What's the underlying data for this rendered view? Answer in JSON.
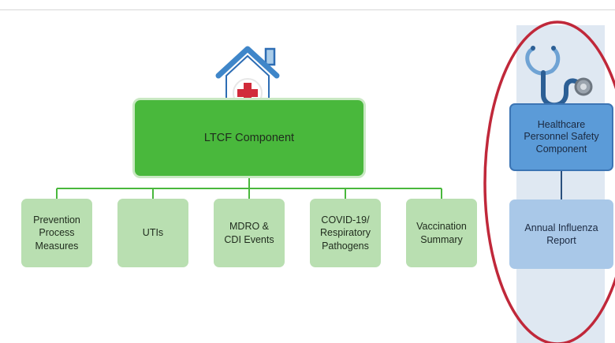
{
  "main_component": {
    "label": "LTCF Component",
    "icon": "house-medical-icon"
  },
  "sub_components": [
    {
      "label": "Prevention\nProcess\nMeasures"
    },
    {
      "label": "UTIs"
    },
    {
      "label": "MDRO &\nCDI Events"
    },
    {
      "label": "COVID-19/\nRespiratory\nPathogens"
    },
    {
      "label": "Vaccination\nSummary"
    }
  ],
  "hps_component": {
    "label": "Healthcare\nPersonnel Safety\nComponent",
    "icon": "stethoscope-icon"
  },
  "influenza_report": {
    "label": "Annual Influenza\nReport"
  },
  "colors": {
    "main_green": "#49b83c",
    "light_green": "#b9dfb1",
    "dark_blue": "#5b9bd8",
    "light_blue": "#a9c8e8",
    "highlight_red": "#c0283a",
    "panel_blue": "#dfe8f2"
  }
}
